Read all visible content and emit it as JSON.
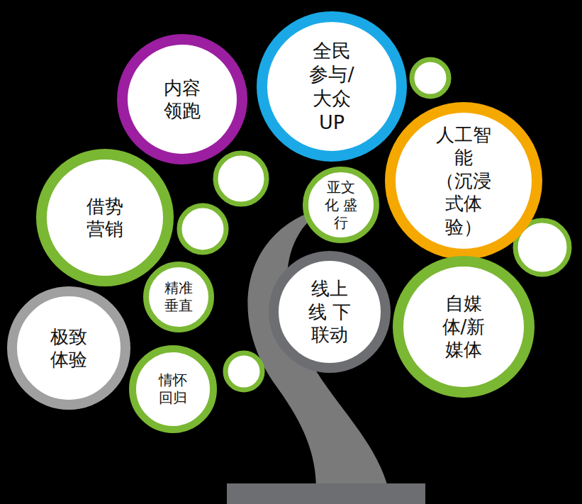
{
  "diagram": {
    "nodes": [
      {
        "text": [
          "内容领跑"
        ]
      },
      {
        "text": [
          "全民参与/ 大众UP"
        ]
      },
      {
        "text": [
          "人工智能 （沉浸式体验）"
        ]
      },
      {
        "text": [
          "借势营销"
        ]
      },
      {
        "text": [
          "亚文化 盛行"
        ]
      },
      {
        "text": [
          "精准 垂直"
        ]
      },
      {
        "text": [
          "线上线 下联动"
        ]
      },
      {
        "text": [
          "自媒体/新 媒体"
        ]
      },
      {
        "text": [
          "极致体验"
        ]
      },
      {
        "text": [
          "情怀回归"
        ]
      }
    ]
  }
}
